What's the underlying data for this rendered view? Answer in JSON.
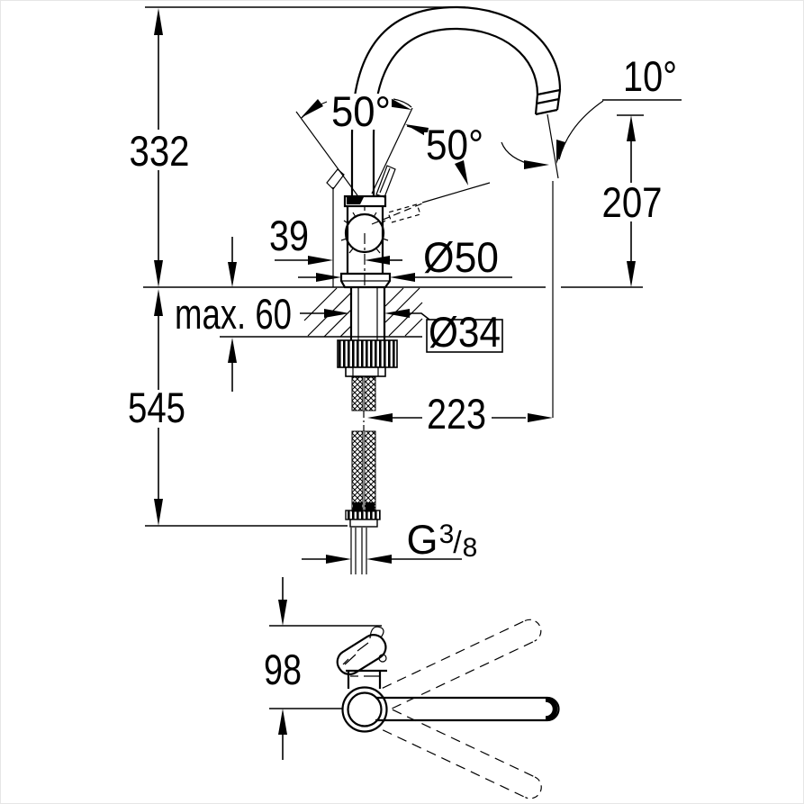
{
  "dimensions": {
    "overall_height": "332",
    "under_counter_depth": "545",
    "counter_thickness": "max. 60",
    "handle_projection": "39",
    "base_diameter": "Ø50",
    "mounting_hole_diameter": "Ø34",
    "outlet_height": "207",
    "outlet_angle": "10°",
    "handle_lift_angle": "50°",
    "handle_open_angle": "50°",
    "spout_reach": "223",
    "plan_depth": "98",
    "thread": {
      "prefix": "G",
      "numerator": "3",
      "slash": "/",
      "denominator": "8"
    }
  },
  "colors": {
    "line": "#000000",
    "background": "#ffffff",
    "frame": "#e6e6e6"
  }
}
